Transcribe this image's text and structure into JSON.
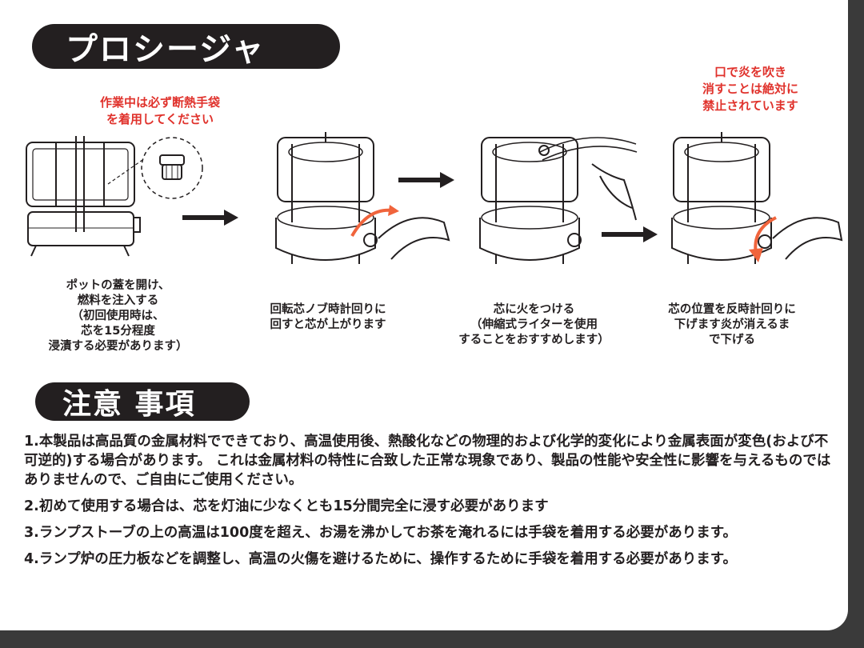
{
  "procedure": {
    "title": "プロシージャ",
    "glove_warning": "作業中は必ず断熱手袋\nを着用してください",
    "no_blow_warning": "口で炎を吹き\n消すことは絶対に\n禁止されています",
    "steps": [
      {
        "caption": "ポットの蓋を開け、\n燃料を注入する\n（初回使用時は、\n芯を15分程度\n浸漬する必要があります）"
      },
      {
        "caption": "回転芯ノブ時計回りに\n回すと芯が上がります"
      },
      {
        "caption": "芯に火をつける\n（伸縮式ライターを使用\nすることをおすすめします）"
      },
      {
        "caption": "芯の位置を反時計回りに\n下げます炎が消えるま\nで下げる"
      }
    ]
  },
  "notes": {
    "title": "注意 事項",
    "items": [
      "1.本製品は高品質の金属材料でできており、高温使用後、熱酸化などの物理的および化学的変化により金属表面が変色(および不可逆的)する場合があります。 これは金属材料の特性に合致した正常な現象であり、製品の性能や安全性に影響を与えるものではありませんので、ご自由にご使用ください。",
      "2.初めて使用する場合は、芯を灯油に少なくとも15分間完全に浸す必要があります",
      "3.ランプストーブの上の高温は100度を超え、お湯を沸かしてお茶を淹れるには手袋を着用する必要があります。",
      "4.ランプ炉の圧力板などを調整し、高温の火傷を避けるために、操作するために手袋を着用する必要があります。"
    ]
  },
  "colors": {
    "accent_red": "#e0322c",
    "orange_arrow": "#f0643c",
    "ink": "#231f20"
  }
}
